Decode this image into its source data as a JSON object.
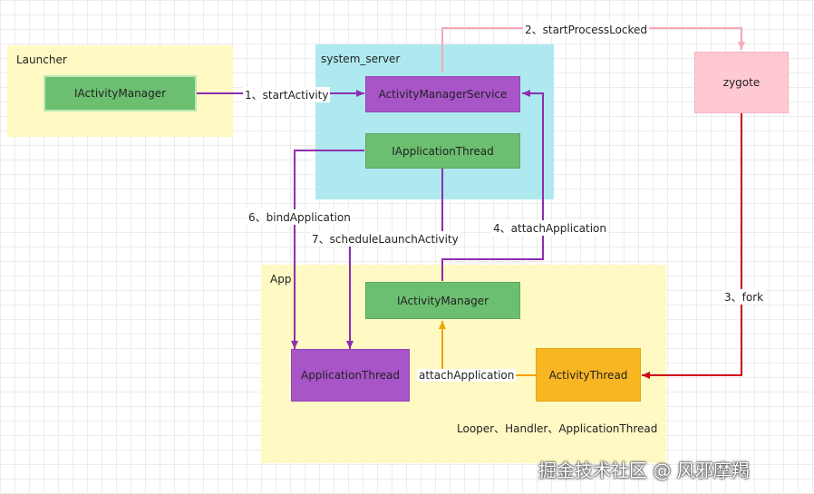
{
  "regions": {
    "launcher": "Launcher",
    "system_server": "system_server",
    "app": "App"
  },
  "nodes": {
    "launcher_iam": "IActivityManager",
    "ams": "ActivityManagerService",
    "iapp_thread": "IApplicationThread",
    "zygote": "zygote",
    "app_iam": "IActivityManager",
    "application_thread": "ApplicationThread",
    "activity_thread": "ActivityThread"
  },
  "edges": {
    "start_activity": "1、startActivity",
    "start_process": "2、startProcessLocked",
    "fork": "3、fork",
    "attach_app_4": "4、attachApplication",
    "bind_app": "6、bindApplication",
    "schedule_launch": "7、scheduleLaunchActivity",
    "attach_app": "attachApplication"
  },
  "annotation": "Looper、Handler、ApplicationThread",
  "watermark": "掘金技术社区 @ 风邪摩羯",
  "colors": {
    "launcher_region": "#fff9c4",
    "system_server_region": "#aee9f0",
    "app_region": "#fff9c4",
    "purple_edge": "#8e2db0",
    "red_edge": "#d0021b",
    "pink_edge": "#f8a8b6",
    "orange_edge": "#f5a000"
  }
}
